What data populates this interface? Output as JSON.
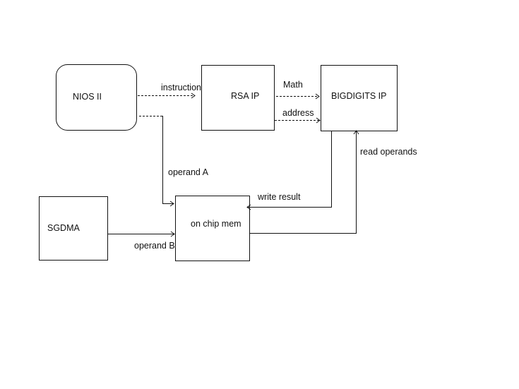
{
  "blocks": {
    "nios": "NIOS II",
    "rsa": "RSA IP",
    "bigdigits": "BIGDIGITS IP",
    "sgdma": "SGDMA",
    "onchip": "on chip mem"
  },
  "connections": {
    "instruction": "instruction",
    "math": "Math",
    "address": "address",
    "operand_a": "operand A",
    "operand_b": "operand B",
    "write_result": "write result",
    "read_operands": "read operands"
  }
}
